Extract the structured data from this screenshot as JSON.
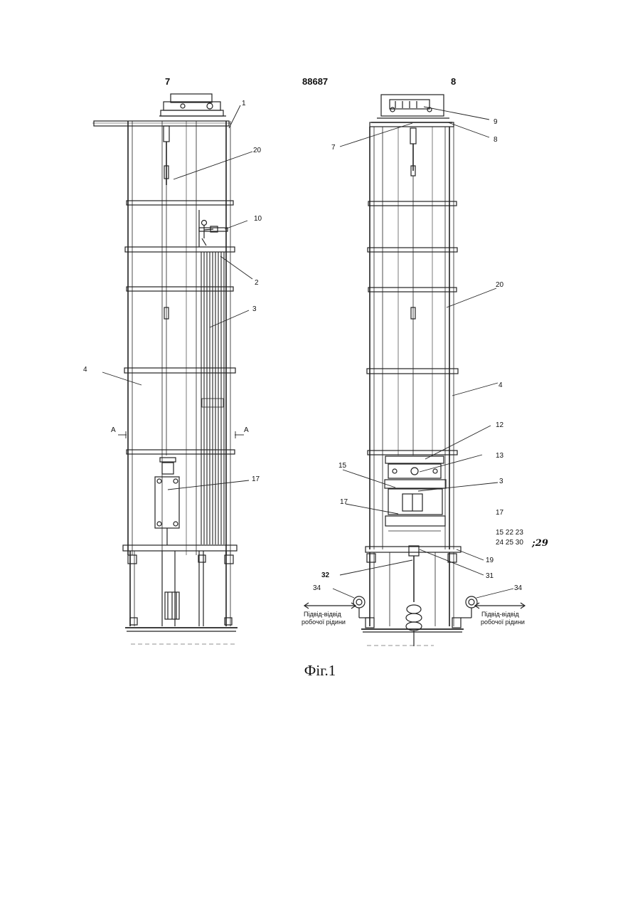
{
  "header": {
    "left_page": "7",
    "patent_number": "88687",
    "right_page": "8"
  },
  "left_view": {
    "labels": {
      "n1": "1",
      "n20": "20",
      "n10": "10",
      "n2": "2",
      "n3": "3",
      "n4": "4",
      "sectionA_left": "A",
      "sectionA_right": "A",
      "n17": "17"
    }
  },
  "right_view": {
    "labels": {
      "n9": "9",
      "n8": "8",
      "n7": "7",
      "n20": "20",
      "n4": "4",
      "n12": "12",
      "n13": "13",
      "n15": "15",
      "n3": "3",
      "n17a": "17",
      "n17b": "17",
      "group1": "15 22 23",
      "group2": "24 25 30",
      "group2_hand": ";29",
      "n19": "19",
      "n32": "32",
      "n31": "31",
      "n34_left": "34",
      "n34_right": "34",
      "fluid_left_1": "Підвід-відвід",
      "fluid_left_2": "робочої рідини",
      "fluid_right_1": "Підвід-відвід",
      "fluid_right_2": "робочої рідини"
    }
  },
  "caption": "Фіг.1"
}
